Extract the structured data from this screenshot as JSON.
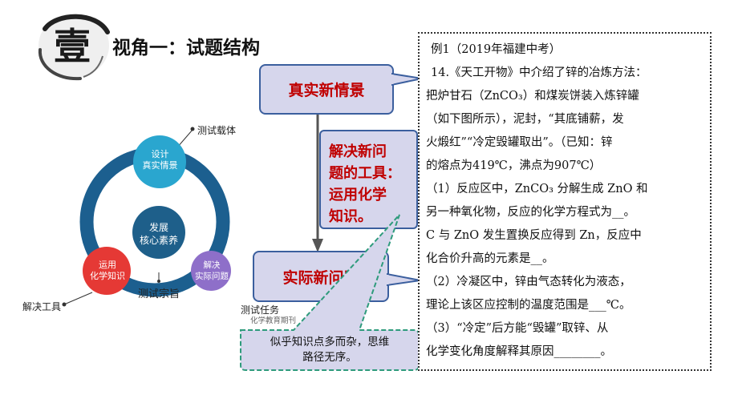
{
  "header": {
    "badge_char": "壹",
    "title": "视角一：试题结构"
  },
  "cycle": {
    "center_label": [
      "发展",
      "核心素养"
    ],
    "top_node": [
      "设计",
      "真实情景"
    ],
    "left_node": [
      "运用",
      "化学知识"
    ],
    "right_node": [
      "解决",
      "实际问题"
    ],
    "outer_top": "测试载体",
    "outer_bottom": "测试宗旨",
    "outer_left": "解决工具",
    "outer_right": "测试任务",
    "watermark": "化学教育期刊"
  },
  "flow": {
    "box1": "真实新情景",
    "box2": [
      "解决新问",
      "题的工具：",
      "运用化学",
      "知识。"
    ],
    "box3": "实际新问题",
    "bubble": [
      "似乎知识点多而杂，思维",
      "路径无序。"
    ]
  },
  "question": {
    "heading": "例1（2019年福建中考）",
    "lines": [
      "14.《天工开物》中介绍了锌的冶炼方法：",
      "把炉甘石（ZnCO₃）和煤炭饼装入炼锌罐",
      "（如下图所示），泥封，“其底铺薪，发",
      "火煅红”“冷定毁罐取出”。（已知：锌",
      "的熔点为419℃，沸点为907℃）",
      "（1）反应区中，ZnCO₃ 分解生成 ZnO 和",
      "另一种氧化物，反应的化学方程式为__。",
      "C 与 ZnO 发生置换反应得到 Zn，反应中",
      "化合价升高的元素是__。",
      "（2）冷凝区中，锌由气态转化为液态，",
      "理论上该区应控制的温度范围是___℃。",
      "（3）“冷定”后方能“毁罐”取锌、从",
      "化学变化角度解释其原因________。"
    ]
  },
  "colors": {
    "ring": "#1c5f8f",
    "top_node": "#2aa6cf",
    "left_node": "#e53935",
    "right_node": "#8e6fc9",
    "center_node": "#1e5f8a",
    "box_fill": "#d6d6ec",
    "box_border": "#3b5f9e",
    "box_text": "#c00000",
    "bubble_fill": "#d6d6ec",
    "bubble_border": "#2e9b7c"
  }
}
